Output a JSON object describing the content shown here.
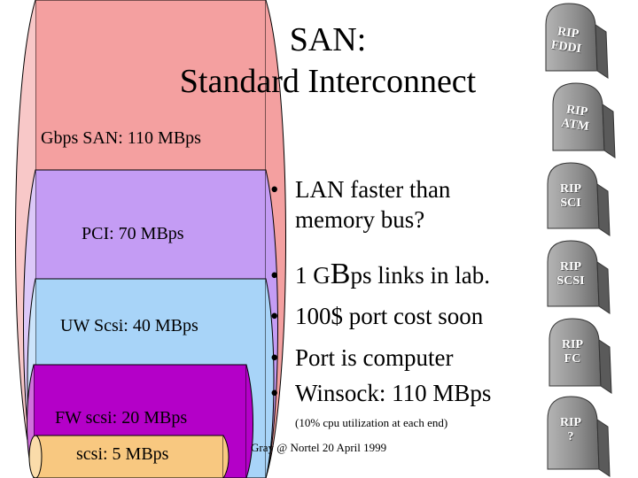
{
  "title": {
    "line1": "SAN:",
    "line2": "Standard Interconnect"
  },
  "pipes": [
    {
      "label": "Gbps SAN: 110 MBps",
      "color": "#f4a0a0"
    },
    {
      "label": "PCI: 70 MBps",
      "color": "#c49cf4"
    },
    {
      "label": "UW Scsi: 40 MBps",
      "color": "#a8d4f8"
    },
    {
      "label": "FW scsi: 20 MBps",
      "color": "#b400c8"
    },
    {
      "label": "scsi: 5 MBps",
      "color": "#f8c880"
    }
  ],
  "bullets": [
    {
      "line1": "LAN faster than",
      "line2": "memory bus?"
    },
    {
      "text_pre": "1 G",
      "text_big": "B",
      "text_post": "ps links in lab."
    },
    {
      "text": "100$ port cost soon"
    },
    {
      "text": "Port is computer"
    },
    {
      "text": "Winsock: 110 MBps"
    }
  ],
  "bullet_symbol": "•",
  "note": "(10% cpu utilization at each end)",
  "footer": "Gray @ Nortel 20 April 1999",
  "tombstones": [
    {
      "line1": "RIP",
      "line2": "FDDI"
    },
    {
      "line1": "RIP",
      "line2": "ATM"
    },
    {
      "line1": "RIP",
      "line2": "SCI"
    },
    {
      "line1": "RIP",
      "line2": "SCSI"
    },
    {
      "line1": "RIP",
      "line2": "FC"
    },
    {
      "line1": "RIP",
      "line2": "?"
    }
  ],
  "colors": {
    "tombstone": "#9a9a9a",
    "tombstone_dark": "#6a6a6a"
  }
}
